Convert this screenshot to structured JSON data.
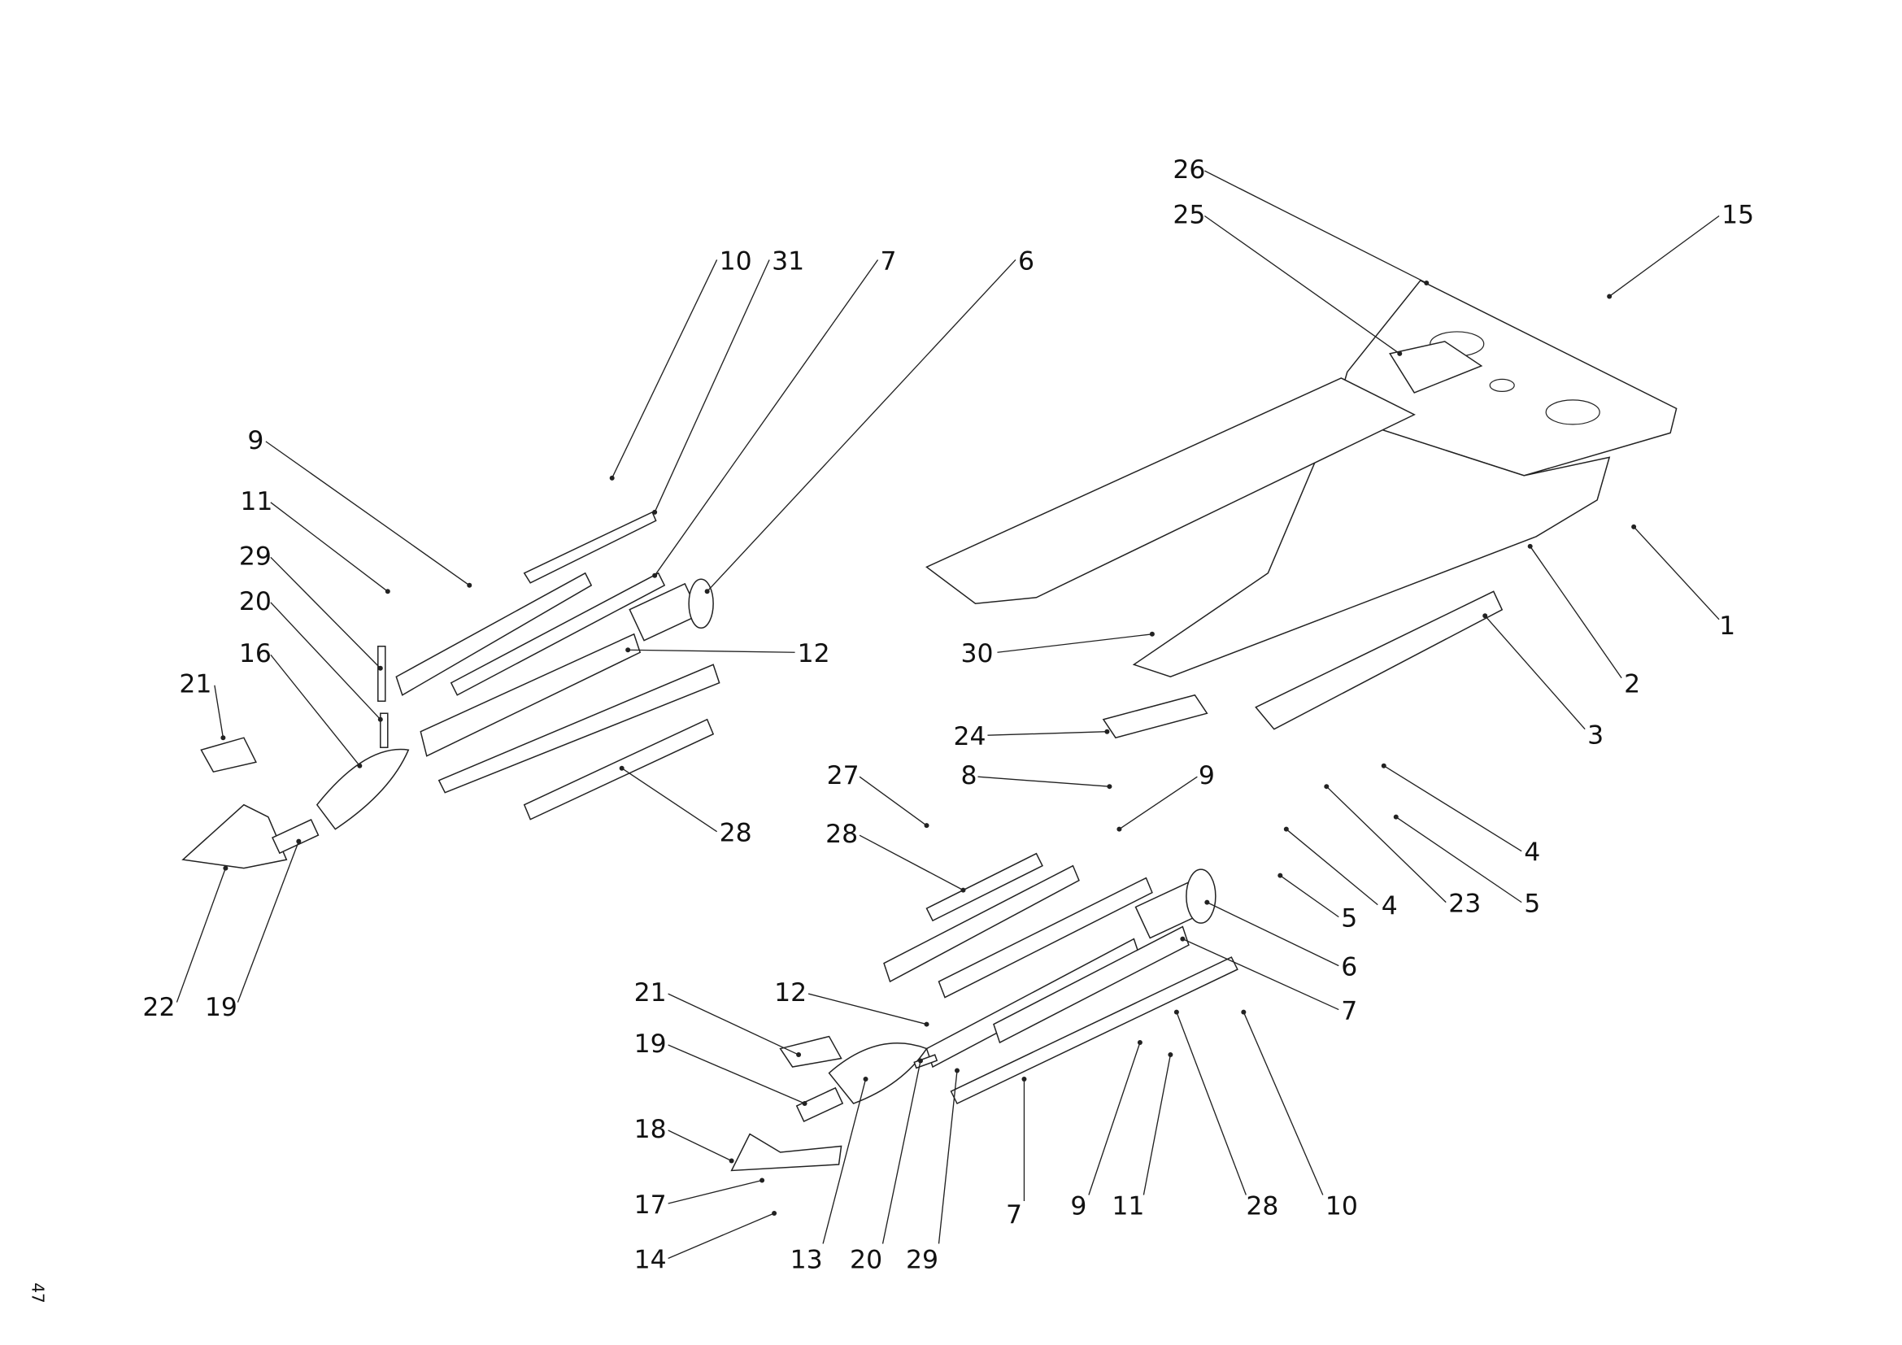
{
  "page_number": "47",
  "callouts": [
    "26",
    "25",
    "15",
    "10",
    "31",
    "7",
    "6",
    "9",
    "11",
    "29",
    "20",
    "16",
    "21",
    "12",
    "1",
    "2",
    "3",
    "30",
    "24",
    "28",
    "22",
    "19",
    "27",
    "28",
    "8",
    "9",
    "4",
    "5",
    "23",
    "4",
    "5",
    "6",
    "7",
    "21",
    "12",
    "19",
    "18",
    "17",
    "14",
    "13",
    "20",
    "29",
    "7",
    "9",
    "11",
    "28",
    "10"
  ]
}
